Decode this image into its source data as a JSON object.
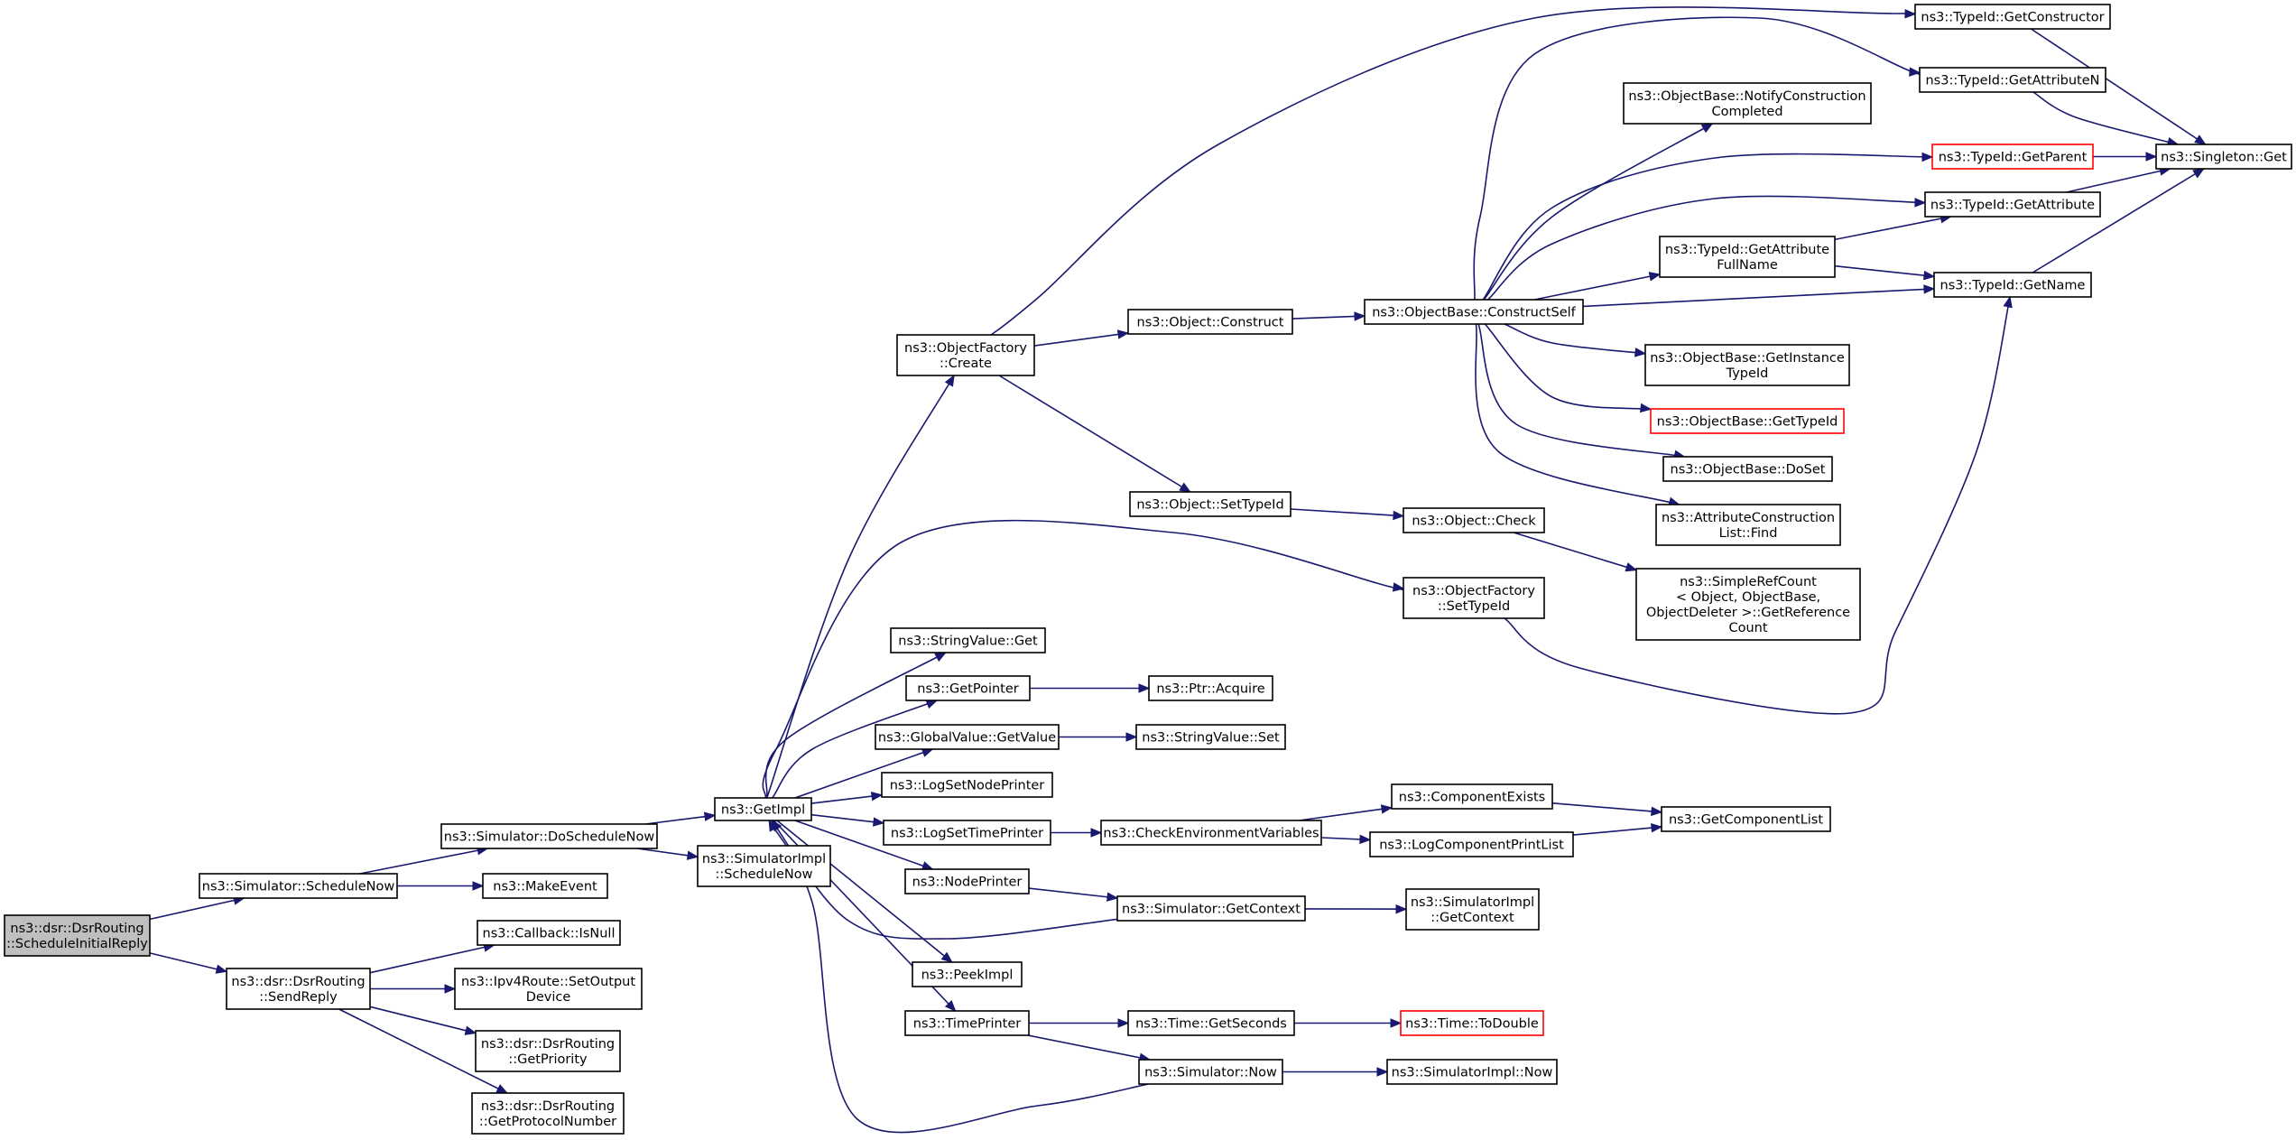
{
  "nodes": [
    {
      "id": "root",
      "lines": [
        "ns3::dsr::DsrRouting",
        "::ScheduleInitialReply"
      ],
      "style": "root"
    },
    {
      "id": "scheduleNow",
      "lines": [
        "ns3::Simulator::ScheduleNow"
      ],
      "style": "normal"
    },
    {
      "id": "sendReply",
      "lines": [
        "ns3::dsr::DsrRouting",
        "::SendReply"
      ],
      "style": "normal"
    },
    {
      "id": "doScheduleNow",
      "lines": [
        "ns3::Simulator::DoScheduleNow"
      ],
      "style": "normal"
    },
    {
      "id": "makeEvent",
      "lines": [
        "ns3::MakeEvent"
      ],
      "style": "normal"
    },
    {
      "id": "callbackIsNull",
      "lines": [
        "ns3::Callback::IsNull"
      ],
      "style": "normal"
    },
    {
      "id": "setOutputDevice",
      "lines": [
        "ns3::Ipv4Route::SetOutput",
        "Device"
      ],
      "style": "normal"
    },
    {
      "id": "getPriority",
      "lines": [
        "ns3::dsr::DsrRouting",
        "::GetPriority"
      ],
      "style": "normal"
    },
    {
      "id": "getProtocolNumber",
      "lines": [
        "ns3::dsr::DsrRouting",
        "::GetProtocolNumber"
      ],
      "style": "normal"
    },
    {
      "id": "getImpl",
      "lines": [
        "ns3::GetImpl"
      ],
      "style": "normal"
    },
    {
      "id": "simImplScheduleNow",
      "lines": [
        "ns3::SimulatorImpl",
        "::ScheduleNow"
      ],
      "style": "normal"
    },
    {
      "id": "ofCreate",
      "lines": [
        "ns3::ObjectFactory",
        "::Create"
      ],
      "style": "normal"
    },
    {
      "id": "stringValueGet",
      "lines": [
        "ns3::StringValue::Get"
      ],
      "style": "normal"
    },
    {
      "id": "getPointer",
      "lines": [
        "ns3::GetPointer"
      ],
      "style": "normal"
    },
    {
      "id": "globalValueGetValue",
      "lines": [
        "ns3::GlobalValue::GetValue"
      ],
      "style": "normal"
    },
    {
      "id": "logSetNodePrinter",
      "lines": [
        "ns3::LogSetNodePrinter"
      ],
      "style": "normal"
    },
    {
      "id": "logSetTimePrinter",
      "lines": [
        "ns3::LogSetTimePrinter"
      ],
      "style": "normal"
    },
    {
      "id": "nodePrinter",
      "lines": [
        "ns3::NodePrinter"
      ],
      "style": "normal"
    },
    {
      "id": "peekImpl",
      "lines": [
        "ns3::PeekImpl"
      ],
      "style": "normal"
    },
    {
      "id": "timePrinter",
      "lines": [
        "ns3::TimePrinter"
      ],
      "style": "normal"
    },
    {
      "id": "objectConstruct",
      "lines": [
        "ns3::Object::Construct"
      ],
      "style": "normal"
    },
    {
      "id": "objectSetTypeId",
      "lines": [
        "ns3::Object::SetTypeId"
      ],
      "style": "normal"
    },
    {
      "id": "ptrAcquire",
      "lines": [
        "ns3::Ptr::Acquire"
      ],
      "style": "normal"
    },
    {
      "id": "stringValueSet",
      "lines": [
        "ns3::StringValue::Set"
      ],
      "style": "normal"
    },
    {
      "id": "checkEnvVars",
      "lines": [
        "ns3::CheckEnvironmentVariables"
      ],
      "style": "normal"
    },
    {
      "id": "simGetContext",
      "lines": [
        "ns3::Simulator::GetContext"
      ],
      "style": "normal"
    },
    {
      "id": "timeGetSeconds",
      "lines": [
        "ns3::Time::GetSeconds"
      ],
      "style": "normal"
    },
    {
      "id": "simNow",
      "lines": [
        "ns3::Simulator::Now"
      ],
      "style": "normal"
    },
    {
      "id": "constructSelf",
      "lines": [
        "ns3::ObjectBase::ConstructSelf"
      ],
      "style": "normal"
    },
    {
      "id": "objectCheck",
      "lines": [
        "ns3::Object::Check"
      ],
      "style": "normal"
    },
    {
      "id": "ofSetTypeId",
      "lines": [
        "ns3::ObjectFactory",
        "::SetTypeId"
      ],
      "style": "normal"
    },
    {
      "id": "componentExists",
      "lines": [
        "ns3::ComponentExists"
      ],
      "style": "normal"
    },
    {
      "id": "logComponentPrintList",
      "lines": [
        "ns3::LogComponentPrintList"
      ],
      "style": "normal"
    },
    {
      "id": "simImplGetContext",
      "lines": [
        "ns3::SimulatorImpl",
        "::GetContext"
      ],
      "style": "normal"
    },
    {
      "id": "timeToDouble",
      "lines": [
        "ns3::Time::ToDouble"
      ],
      "style": "red"
    },
    {
      "id": "simImplNow",
      "lines": [
        "ns3::SimulatorImpl::Now"
      ],
      "style": "normal"
    },
    {
      "id": "notifyConstructionCompleted",
      "lines": [
        "ns3::ObjectBase::NotifyConstruction",
        "Completed"
      ],
      "style": "normal"
    },
    {
      "id": "getAttributeFullName",
      "lines": [
        "ns3::TypeId::GetAttribute",
        "FullName"
      ],
      "style": "normal"
    },
    {
      "id": "getInstanceTypeId",
      "lines": [
        "ns3::ObjectBase::GetInstance",
        "TypeId"
      ],
      "style": "normal"
    },
    {
      "id": "obGetTypeId",
      "lines": [
        "ns3::ObjectBase::GetTypeId"
      ],
      "style": "red"
    },
    {
      "id": "doSet",
      "lines": [
        "ns3::ObjectBase::DoSet"
      ],
      "style": "normal"
    },
    {
      "id": "attrConstructionListFind",
      "lines": [
        "ns3::AttributeConstruction",
        "List::Find"
      ],
      "style": "normal"
    },
    {
      "id": "simpleRefCount",
      "lines": [
        "ns3::SimpleRefCount",
        "< Object, ObjectBase,",
        "ObjectDeleter >::GetReference",
        "Count"
      ],
      "style": "normal"
    },
    {
      "id": "getComponentList",
      "lines": [
        "ns3::GetComponentList"
      ],
      "style": "normal"
    },
    {
      "id": "getConstructor",
      "lines": [
        "ns3::TypeId::GetConstructor"
      ],
      "style": "normal"
    },
    {
      "id": "getAttributeN",
      "lines": [
        "ns3::TypeId::GetAttributeN"
      ],
      "style": "normal"
    },
    {
      "id": "getParent",
      "lines": [
        "ns3::TypeId::GetParent"
      ],
      "style": "red"
    },
    {
      "id": "getAttribute",
      "lines": [
        "ns3::TypeId::GetAttribute"
      ],
      "style": "normal"
    },
    {
      "id": "getName",
      "lines": [
        "ns3::TypeId::GetName"
      ],
      "style": "normal"
    },
    {
      "id": "singletonGet",
      "lines": [
        "ns3::Singleton::Get"
      ],
      "style": "normal"
    }
  ],
  "edges": [
    [
      "root",
      "scheduleNow"
    ],
    [
      "root",
      "sendReply"
    ],
    [
      "scheduleNow",
      "doScheduleNow"
    ],
    [
      "scheduleNow",
      "makeEvent"
    ],
    [
      "sendReply",
      "callbackIsNull"
    ],
    [
      "sendReply",
      "setOutputDevice"
    ],
    [
      "sendReply",
      "getPriority"
    ],
    [
      "sendReply",
      "getProtocolNumber"
    ],
    [
      "doScheduleNow",
      "getImpl"
    ],
    [
      "doScheduleNow",
      "simImplScheduleNow"
    ],
    [
      "getImpl",
      "ofCreate"
    ],
    [
      "getImpl",
      "ofSetTypeId"
    ],
    [
      "getImpl",
      "stringValueGet"
    ],
    [
      "getImpl",
      "getPointer"
    ],
    [
      "getImpl",
      "globalValueGetValue"
    ],
    [
      "getImpl",
      "logSetNodePrinter"
    ],
    [
      "getImpl",
      "logSetTimePrinter"
    ],
    [
      "getImpl",
      "nodePrinter"
    ],
    [
      "getImpl",
      "peekImpl"
    ],
    [
      "getImpl",
      "timePrinter"
    ],
    [
      "simGetContext",
      "getImpl"
    ],
    [
      "simNow",
      "getImpl"
    ],
    [
      "ofCreate",
      "getConstructor"
    ],
    [
      "ofCreate",
      "objectConstruct"
    ],
    [
      "ofCreate",
      "objectSetTypeId"
    ],
    [
      "objectConstruct",
      "constructSelf"
    ],
    [
      "objectSetTypeId",
      "objectCheck"
    ],
    [
      "objectCheck",
      "simpleRefCount"
    ],
    [
      "ofSetTypeId",
      "getName"
    ],
    [
      "getPointer",
      "ptrAcquire"
    ],
    [
      "globalValueGetValue",
      "stringValueSet"
    ],
    [
      "logSetTimePrinter",
      "checkEnvVars"
    ],
    [
      "checkEnvVars",
      "componentExists"
    ],
    [
      "checkEnvVars",
      "logComponentPrintList"
    ],
    [
      "componentExists",
      "getComponentList"
    ],
    [
      "logComponentPrintList",
      "getComponentList"
    ],
    [
      "nodePrinter",
      "simGetContext"
    ],
    [
      "simGetContext",
      "simImplGetContext"
    ],
    [
      "timePrinter",
      "timeGetSeconds"
    ],
    [
      "timePrinter",
      "simNow"
    ],
    [
      "timeGetSeconds",
      "timeToDouble"
    ],
    [
      "simNow",
      "simImplNow"
    ],
    [
      "constructSelf",
      "getAttributeN"
    ],
    [
      "constructSelf",
      "notifyConstructionCompleted"
    ],
    [
      "constructSelf",
      "getParent"
    ],
    [
      "constructSelf",
      "getAttribute"
    ],
    [
      "constructSelf",
      "getAttributeFullName"
    ],
    [
      "constructSelf",
      "getName"
    ],
    [
      "constructSelf",
      "getInstanceTypeId"
    ],
    [
      "constructSelf",
      "obGetTypeId"
    ],
    [
      "constructSelf",
      "doSet"
    ],
    [
      "constructSelf",
      "attrConstructionListFind"
    ],
    [
      "getAttributeFullName",
      "getAttribute"
    ],
    [
      "getAttributeFullName",
      "getName"
    ],
    [
      "getConstructor",
      "singletonGet"
    ],
    [
      "getAttributeN",
      "singletonGet"
    ],
    [
      "getParent",
      "singletonGet"
    ],
    [
      "getAttribute",
      "singletonGet"
    ],
    [
      "getName",
      "singletonGet"
    ]
  ]
}
